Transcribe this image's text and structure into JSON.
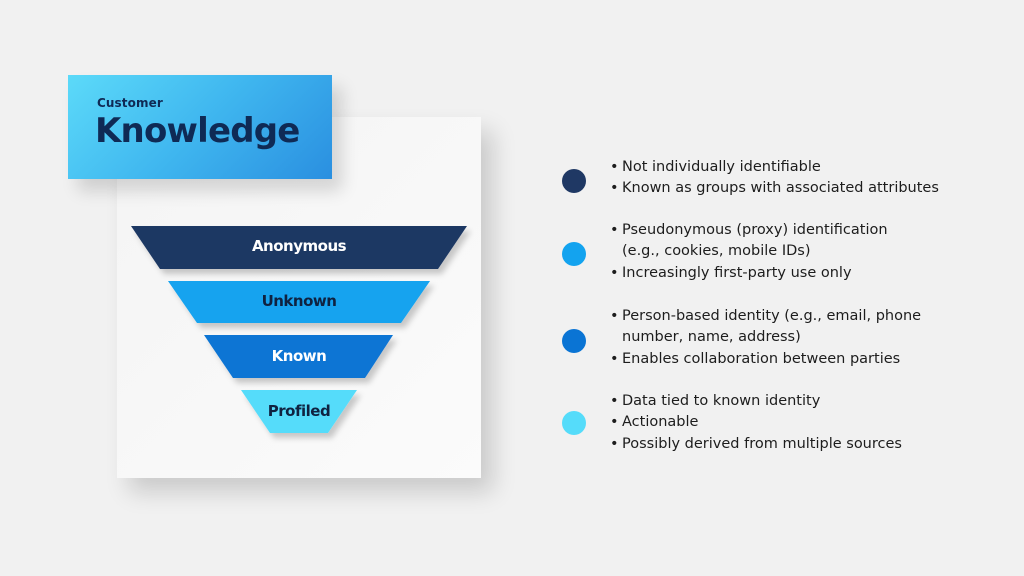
{
  "title": {
    "small": "Customer",
    "big": "Knowledge",
    "gradient_start": "#5cdaf9",
    "gradient_end": "#2a8fe0",
    "text_color": "#0f2a55"
  },
  "funnel": {
    "tiers": [
      {
        "label": "Anonymous",
        "color": "#1f3864",
        "text_color": "#ffffff"
      },
      {
        "label": "Unknown",
        "color": "#13a3ef",
        "text_color": "#0f2240"
      },
      {
        "label": "Known",
        "color": "#0a74d4",
        "text_color": "#ffffff"
      },
      {
        "label": "Profiled",
        "color": "#55dcfa",
        "text_color": "#0f2240"
      }
    ]
  },
  "legend": [
    {
      "color": "#1f3864",
      "lines": [
        {
          "bullet": true,
          "text": "Not individually identifiable"
        },
        {
          "bullet": true,
          "text": "Known as groups with associated attributes"
        }
      ]
    },
    {
      "color": "#13a3ef",
      "lines": [
        {
          "bullet": true,
          "text": "Pseudonymous (proxy) identification"
        },
        {
          "bullet": false,
          "text": "(e.g., cookies, mobile IDs)"
        },
        {
          "bullet": true,
          "text": "Increasingly first-party use only"
        }
      ]
    },
    {
      "color": "#0a74d4",
      "lines": [
        {
          "bullet": true,
          "text": "Person-based identity (e.g., email, phone"
        },
        {
          "bullet": false,
          "text": "number, name, address)"
        },
        {
          "bullet": true,
          "text": "Enables collaboration between parties"
        }
      ]
    },
    {
      "color": "#55dcfa",
      "lines": [
        {
          "bullet": true,
          "text": "Data tied to known identity"
        },
        {
          "bullet": true,
          "text": "Actionable"
        },
        {
          "bullet": true,
          "text": "Possibly derived from multiple sources"
        }
      ]
    }
  ]
}
